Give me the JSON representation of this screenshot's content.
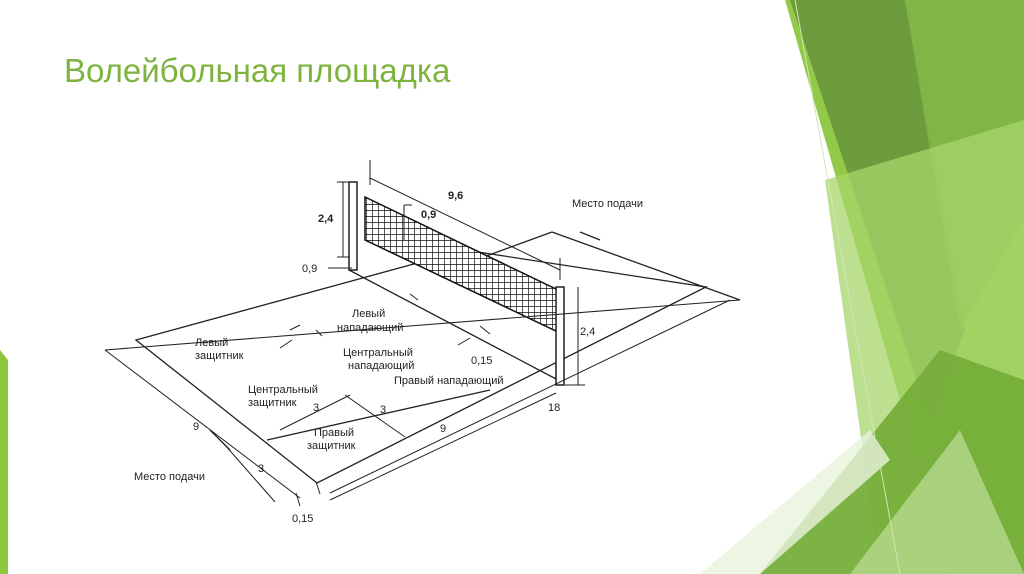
{
  "slide": {
    "title": "Волейбольная площадка",
    "accent_color": "#7eb340",
    "decor_colors": [
      "#6a9a3f",
      "#8dc63f",
      "#a7d56b",
      "#c9e6a6"
    ]
  },
  "diagram": {
    "labels": {
      "net_length": "9,6",
      "net_height": "2,4",
      "net_width": "0,9",
      "post_offset": "0,9",
      "right_post_height": "2,4",
      "serve_zone_top": "Место подачи",
      "serve_zone_bottom": "Место подачи",
      "left_attacker_1": "Левый",
      "left_attacker_2": "нападающий",
      "center_attacker_1": "Центральный",
      "center_attacker_2": "нападающий",
      "right_attacker": "Правый нападающий",
      "left_defender_1": "Левый",
      "left_defender_2": "защитник",
      "center_defender_1": "Центральный",
      "center_defender_2": "защитник",
      "right_defender_1": "Правый",
      "right_defender_2": "защитник",
      "dim_3_a": "3",
      "dim_3_b": "3",
      "dim_3_c": "3",
      "line_width_a": "0,15",
      "line_width_b": "0,15",
      "court_width": "9",
      "half_length": "9",
      "court_length": "18"
    }
  }
}
